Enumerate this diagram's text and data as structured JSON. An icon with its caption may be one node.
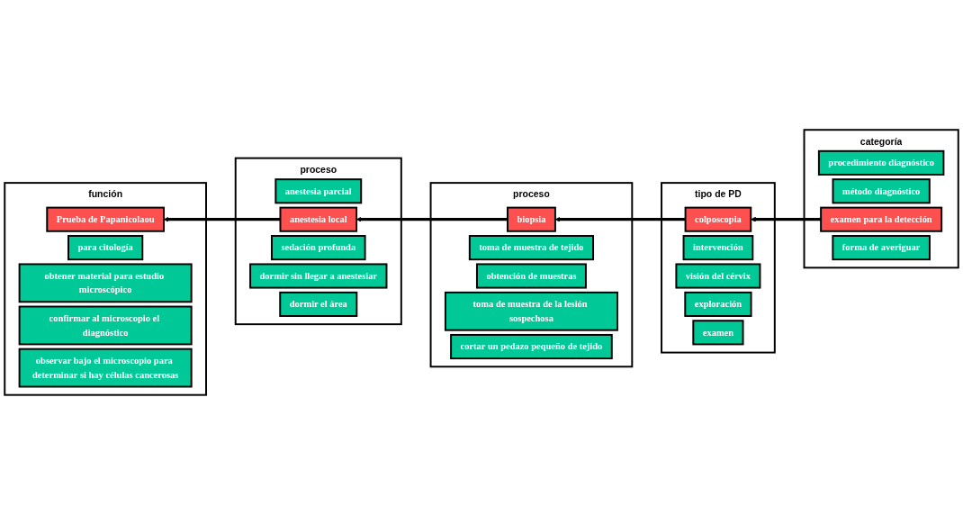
{
  "diagram": {
    "nodes": [
      {
        "text": [
          "categoría"
        ]
      },
      {
        "text": [
          "procedimiento diagnóstico"
        ],
        "in": 0
      },
      {
        "text": [
          "método diagnóstico"
        ],
        "in": 0
      },
      {
        "text": [
          "examen para la detección"
        ],
        "in": 0
      },
      {
        "text": [
          "forma de averiguar"
        ],
        "in": 0
      },
      {
        "text": [
          "tipo de PD"
        ]
      },
      {
        "text": [
          "colposcopia"
        ],
        "in": 5
      },
      {
        "text": [
          "intervención"
        ],
        "in": 5
      },
      {
        "text": [
          "visión del cérvix"
        ],
        "in": 5
      },
      {
        "text": [
          "exploración"
        ],
        "in": 5
      },
      {
        "text": [
          "examen"
        ],
        "in": 5
      },
      {
        "text": [
          "función"
        ]
      },
      {
        "text": [
          "Prueba de Papanicolaou"
        ],
        "in": 11
      },
      {
        "text": [
          "para citología"
        ],
        "in": 11
      },
      {
        "text": [
          "obtener material para estudio microscópico"
        ],
        "in": 11
      },
      {
        "text": [
          "confirmar al microscopio el diagnóstico"
        ],
        "in": 11
      },
      {
        "text": [
          "observar bajo el microscopio para determinar si hay células cancerosas"
        ],
        "in": 11
      },
      {
        "text": [
          "proceso"
        ]
      },
      {
        "text": [
          "anestesia parcial"
        ],
        "in": 17
      },
      {
        "text": [
          "anestesia local"
        ],
        "in": 17
      },
      {
        "text": [
          "sedación profunda"
        ],
        "in": 17
      },
      {
        "text": [
          "dormir sin llegar a anestesiar"
        ],
        "in": 17
      },
      {
        "text": [
          "dormir el área"
        ],
        "in": 17
      },
      {
        "text": [
          "proceso"
        ]
      },
      {
        "text": [
          "biopsia"
        ],
        "in": 23
      },
      {
        "text": [
          "toma de muestra de tejido"
        ],
        "in": 23
      },
      {
        "text": [
          "obtención de muestras"
        ],
        "in": 23
      },
      {
        "text": [
          "toma de muestra de la lesión sospechosa"
        ],
        "in": 23
      },
      {
        "text": [
          "cortar un pedazo pequeño de tejido"
        ],
        "in": 23
      }
    ],
    "edges": [
      {
        "from": 3,
        "to": 6,
        "arrow": "to"
      },
      {
        "from": 6,
        "to": 24,
        "arrow": "to"
      },
      {
        "from": 24,
        "to": 19,
        "arrow": "to"
      },
      {
        "from": 19,
        "to": 12,
        "arrow": "to"
      }
    ]
  }
}
